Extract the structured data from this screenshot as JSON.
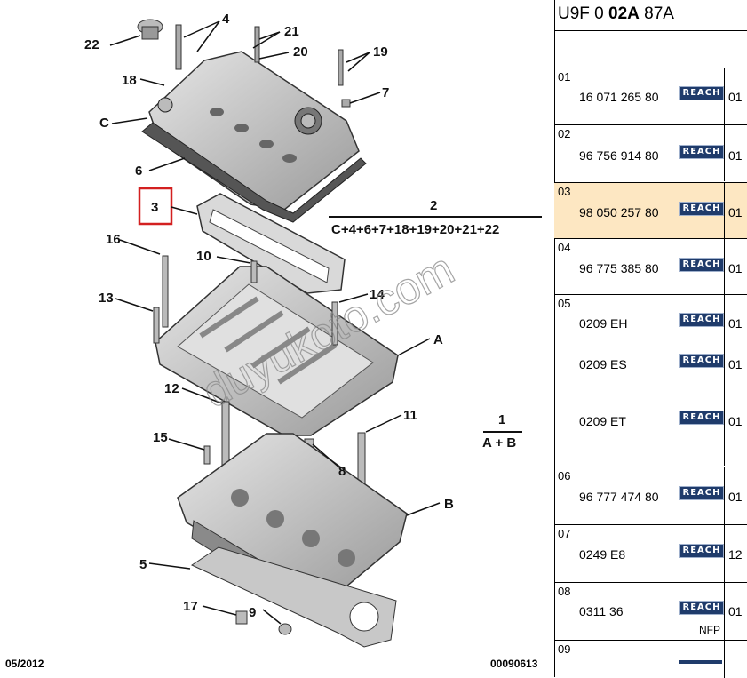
{
  "header": {
    "prefix": "U9F 0 ",
    "bold": "02A",
    "suffix": " 87A"
  },
  "footer": {
    "date": "05/2012",
    "code": "00090613"
  },
  "watermark": "duyukoto.com",
  "diagram_labels": {
    "l22": "22",
    "l4": "4",
    "l21": "21",
    "l20": "20",
    "l19": "19",
    "l18": "18",
    "l7": "7",
    "lC": "C",
    "l6": "6",
    "l3": "3",
    "l2": "2",
    "kit2": "C+4+6+7+18+19+20+21+22",
    "l16": "16",
    "l10": "10",
    "l13": "13",
    "l14": "14",
    "lA": "A",
    "l12": "12",
    "l11": "11",
    "l1": "1",
    "kit1": "A + B",
    "l15": "15",
    "l8": "8",
    "lB": "B",
    "l5": "5",
    "l17": "17",
    "l9": "9"
  },
  "rows": [
    {
      "index": "01",
      "items": [
        {
          "part": "16 071 265 80",
          "badge": "REACH",
          "qty": "01"
        }
      ]
    },
    {
      "index": "02",
      "items": [
        {
          "part": "96 756 914 80",
          "badge": "REACH",
          "qty": "01"
        }
      ]
    },
    {
      "index": "03",
      "items": [
        {
          "part": "98 050 257 80",
          "badge": "REACH",
          "qty": "01"
        }
      ]
    },
    {
      "index": "04",
      "items": [
        {
          "part": "96 775 385 80",
          "badge": "REACH",
          "qty": "01"
        }
      ]
    },
    {
      "index": "05",
      "items": [
        {
          "part": "0209 EH",
          "badge": "REACH",
          "qty": "01"
        },
        {
          "part": "0209 ES",
          "badge": "REACH",
          "qty": "01"
        },
        {
          "part": "0209 ET",
          "badge": "REACH",
          "qty": "01"
        }
      ]
    },
    {
      "index": "06",
      "items": [
        {
          "part": "96 777 474 80",
          "badge": "REACH",
          "qty": "01"
        }
      ]
    },
    {
      "index": "07",
      "items": [
        {
          "part": "0249 E8",
          "badge": "REACH",
          "qty": "12"
        }
      ]
    },
    {
      "index": "08",
      "items": [
        {
          "part": "0311 36",
          "badge": "REACH",
          "qty": "01",
          "note": "NFP"
        }
      ]
    },
    {
      "index": "09",
      "items": []
    }
  ],
  "colors": {
    "highlight_row": "#fde7c2",
    "callout_box": "#d32020",
    "reach_badge": "#1f3b6b"
  }
}
